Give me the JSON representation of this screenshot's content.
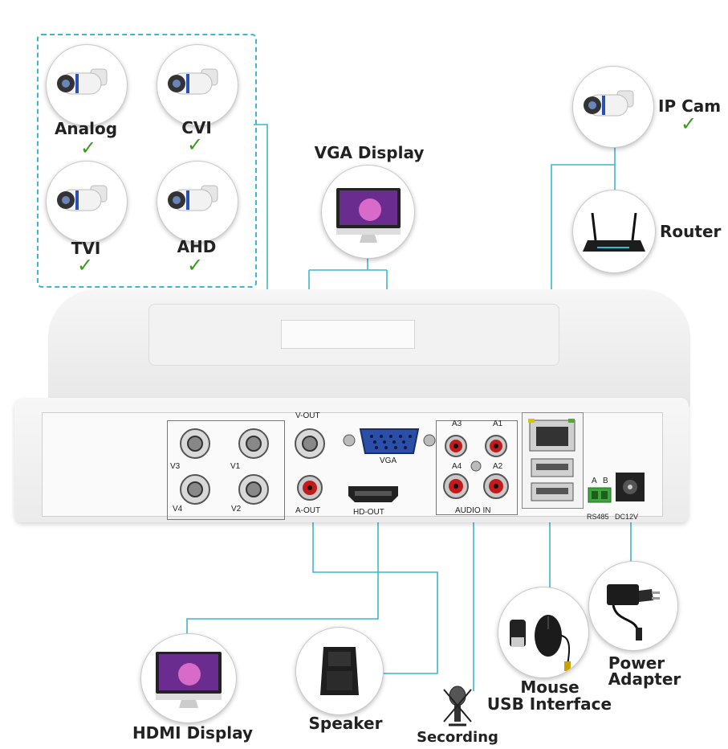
{
  "cameras": {
    "analog": {
      "label": "Analog",
      "check": "✓"
    },
    "cvi": {
      "label": "CVI",
      "check": "✓"
    },
    "tvi": {
      "label": "TVI",
      "check": "✓"
    },
    "ahd": {
      "label": "AHD",
      "check": "✓"
    }
  },
  "devices": {
    "vga_display": "VGA Display",
    "ip_cam": "IP Cam",
    "ip_cam_check": "✓",
    "router": "Router",
    "hdmi_display": "HDMI Display",
    "speaker": "Speaker",
    "recording": "Secording",
    "mouse": "Mouse",
    "usb": "USB Interface",
    "power_1": "Power",
    "power_2": "Adapter"
  },
  "ports": {
    "v3": "V3",
    "v1": "V1",
    "v4": "V4",
    "v2": "V2",
    "v_out": "V-OUT",
    "a_out": "A-OUT",
    "vga": "VGA",
    "hd_out": "HD-OUT",
    "a3": "A3",
    "a1": "A1",
    "a4": "A4",
    "a2": "A2",
    "audio_in": "AUDIO IN",
    "a": "A",
    "b": "B",
    "rs485": "RS485",
    "dc12v": "DC12V"
  },
  "colors": {
    "line": "#3fb6d1",
    "check": "#3a9a1e"
  }
}
